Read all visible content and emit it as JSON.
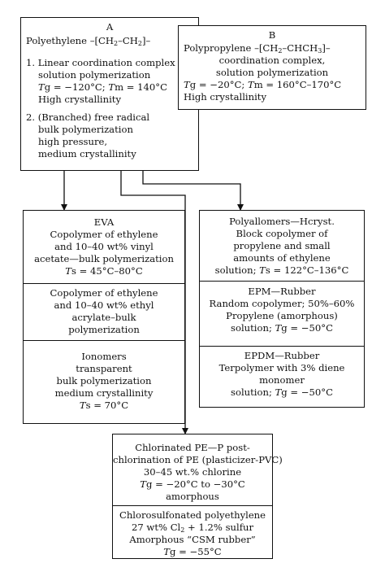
{
  "box_a": {
    "label": "A",
    "title_prefix": "Polyethylene –[CH",
    "title_mid": "–CH",
    "title_suffix": "]–",
    "sub2": "2",
    "item1": [
      "1. Linear coordination complex",
      "solution polymerization"
    ],
    "item1_tg_prefix": "T",
    "item1_tg": "g = −120°C; ",
    "item1_tm_prefix": "T",
    "item1_tm": "m = 140°C",
    "item1_tail": "High crystallinity",
    "item2": [
      "2. (Branched) free radical",
      "bulk polymerization",
      "high pressure,",
      "medium crystallinity"
    ]
  },
  "box_b": {
    "label": "B",
    "title_prefix": "Polypropylene –[CH",
    "title_suffix": "–CHCH",
    "title_end": "]–",
    "sub2": "2",
    "sub3": "3",
    "lines": [
      "coordination complex,",
      "solution polymerization"
    ],
    "tg_prefix": "T",
    "tg": "g = −20°C; ",
    "tm_prefix": "T",
    "tm": "m = 160°C–170°C",
    "tail": "High crystallinity"
  },
  "eva": {
    "sec1": [
      "EVA",
      "Copolymer of ethylene",
      "and 10–40 wt% vinyl",
      "acetate—bulk polymerization"
    ],
    "sec1_ts": "s = 45°C–80°C",
    "sec2": [
      "Copolymer of ethylene",
      "and 10–40 wt% ethyl",
      "acrylate–bulk",
      "polymerization"
    ],
    "sec3": [
      "Ionomers",
      "transparent",
      "bulk polymerization",
      "medium crystallinity"
    ],
    "sec3_ts": "s = 70°C",
    "T": "T"
  },
  "pp": {
    "sec1": [
      "Polyallomers—Hcryst.",
      "Block copolymer of",
      "propylene and small",
      "amounts of ethylene"
    ],
    "sec1_last": "solution; ",
    "sec1_ts": "s = 122°C–136°C",
    "sec2": [
      "EPM—Rubber",
      "Random copolymer; 50%–60%",
      "Propylene (amorphous)"
    ],
    "sec2_last": "solution; ",
    "sec2_tg": "g = −50°C",
    "sec3": [
      "EPDM—Rubber",
      "Terpolymer with 3% diene",
      "monomer"
    ],
    "sec3_last": "solution; ",
    "sec3_tg": "g = −50°C",
    "T": "T"
  },
  "cpe": {
    "sec1": [
      "Chlorinated PE—P post-",
      "chlorination of PE (plasticizer-PVC)",
      "30–45 wt.% chlorine"
    ],
    "sec1_tg": "g = −20°C to −30°C",
    "sec1_tail": "amorphous",
    "sec2_l1": "Chlorosulfonated polyethylene",
    "sec2_l2a": "27 wt% Cl",
    "sec2_l2b": " + 1.2% sulfur",
    "sec2_l3": "Amorphous “CSM rubber”",
    "sec2_tg": "g = −55°C",
    "T": "T",
    "sub2": "2"
  }
}
